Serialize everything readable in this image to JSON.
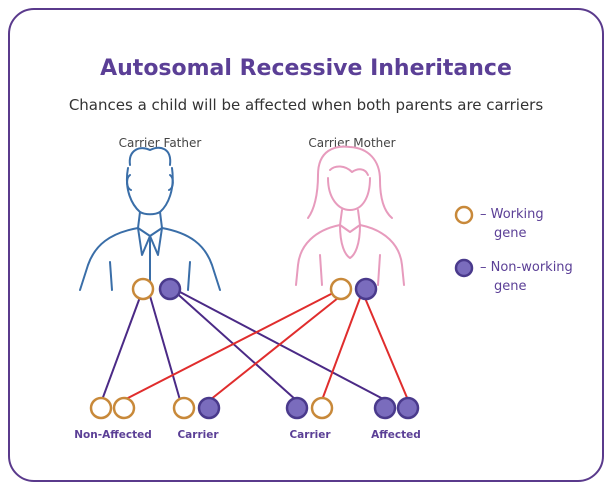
{
  "title": "Autosomal Recessive Inheritance",
  "subtitle": "Chances a child will be affected when both parents are carriers",
  "parents": [
    {
      "label": "Carrier Father"
    },
    {
      "label": "Carrier Mother"
    }
  ],
  "legend": [
    {
      "symbol": "working",
      "line1": "– Working",
      "line2": "gene"
    },
    {
      "symbol": "nonworking",
      "line1": "– Non-working",
      "line2": "gene"
    }
  ],
  "children": [
    {
      "label": "Non-Affected",
      "genes": [
        "working",
        "working"
      ]
    },
    {
      "label": "Carrier",
      "genes": [
        "working",
        "nonworking"
      ]
    },
    {
      "label": "Carrier",
      "genes": [
        "nonworking",
        "working"
      ]
    },
    {
      "label": "Affected",
      "genes": [
        "nonworking",
        "nonworking"
      ]
    }
  ],
  "colors": {
    "border": "#5a3a8c",
    "title": "#5b3f96",
    "working_gene": "#c8893a",
    "nonworking_fill": "#7a6cbd",
    "nonworking_stroke": "#4a3a8c",
    "father_lines": "#4b2a86",
    "mother_lines": "#e02d2d",
    "father_figure": "#3a6ea8",
    "mother_figure": "#e79bbd"
  }
}
